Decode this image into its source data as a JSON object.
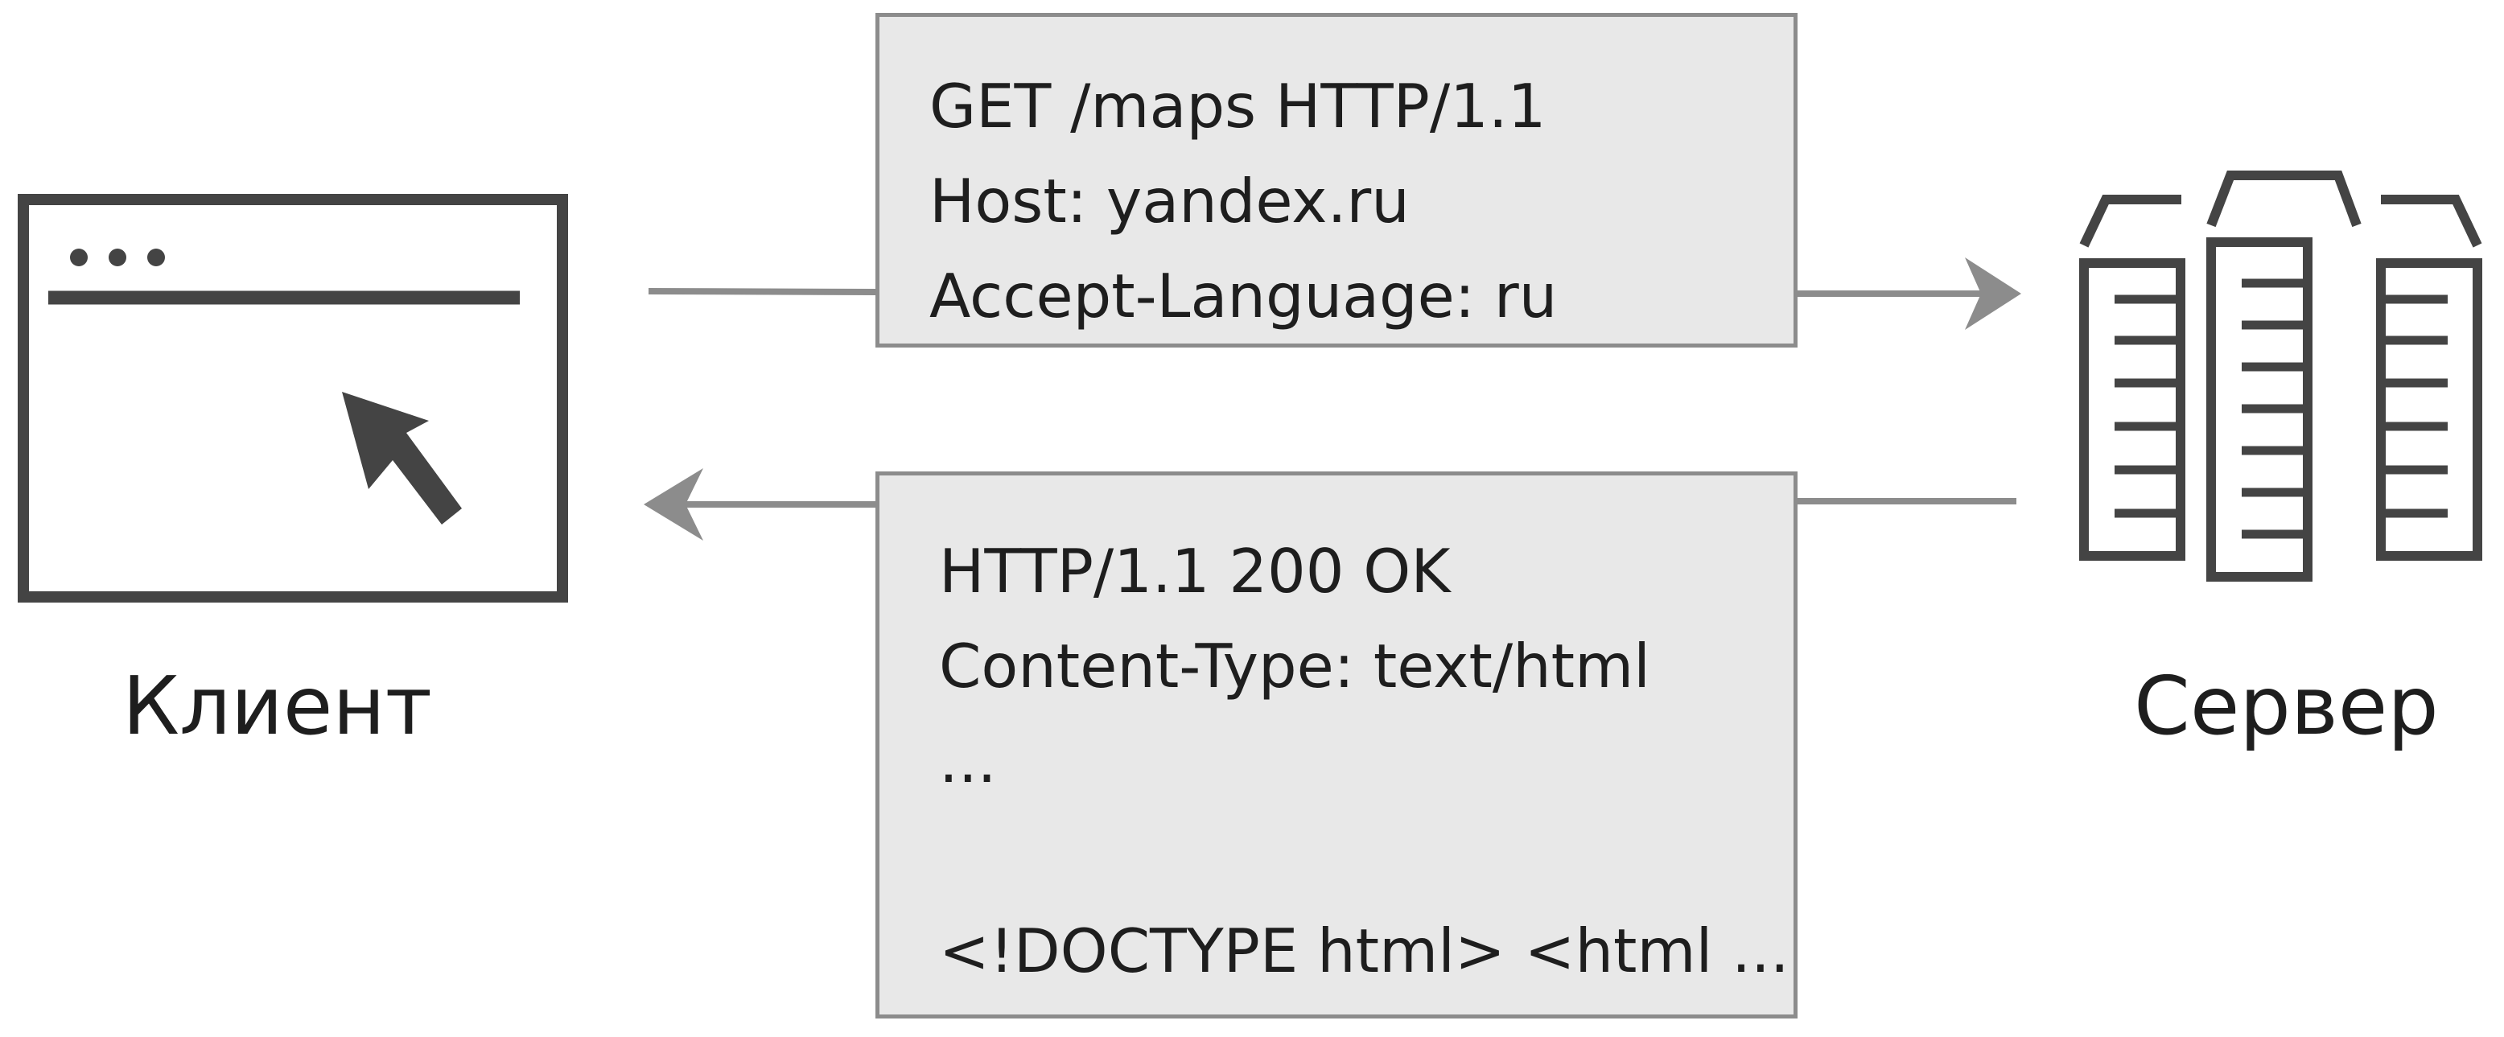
{
  "client": {
    "label": "Клиент",
    "icon": "browser-window-with-cursor-icon"
  },
  "server": {
    "label": "Сервер",
    "icon": "server-rack-icon"
  },
  "request": {
    "lines": [
      "GET /maps HTTP/1.1",
      "Host: yandex.ru",
      "Accept-Language: ru"
    ]
  },
  "response": {
    "lines": [
      "HTTP/1.1 200 OK",
      "Content-Type: text/html",
      "...",
      "",
      "<!DOCTYPE html> <html ..."
    ]
  },
  "colors": {
    "icon": "#444444",
    "arrow": "#8c8c8c",
    "box_fill": "#e8e8e8",
    "box_border": "#8c8c8c",
    "text": "#1e1e1e"
  }
}
